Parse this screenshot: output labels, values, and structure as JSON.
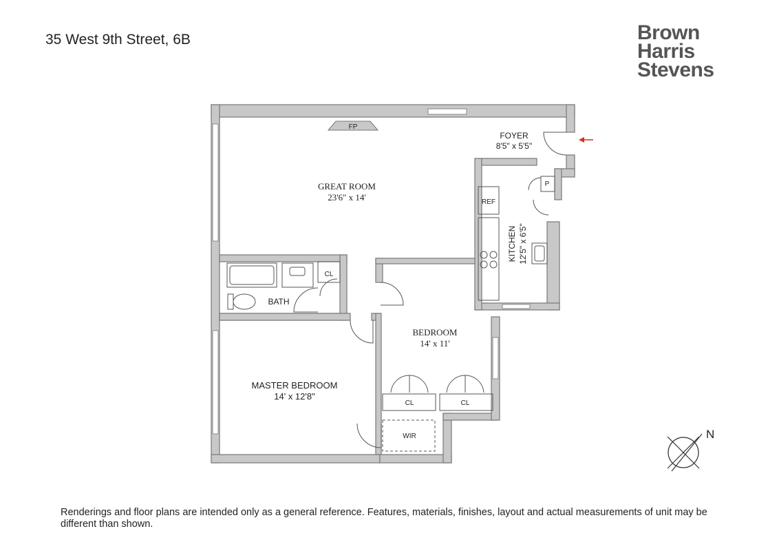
{
  "header": {
    "address": "35 West 9th Street, 6B"
  },
  "logo": {
    "line1": "Brown",
    "line2": "Harris",
    "line3": "Stevens"
  },
  "rooms": {
    "great_room": {
      "name": "GREAT ROOM",
      "dims": "23'6\" x 14'"
    },
    "foyer": {
      "name": "FOYER",
      "dims": "8'5\" x 5'5\""
    },
    "kitchen": {
      "name": "KITCHEN",
      "dims": "12'5\" x 6'5\""
    },
    "bath": {
      "name": "BATH"
    },
    "bedroom": {
      "name": "BEDROOM",
      "dims": "14' x 11'"
    },
    "master_bedroom": {
      "name": "MASTER BEDROOM",
      "dims": "14' x 12'8\""
    }
  },
  "fixtures": {
    "fireplace": "FP",
    "refrigerator": "REF",
    "pantry": "P",
    "bath_closet": "CL",
    "bedroom_closet_1": "CL",
    "bedroom_closet_2": "CL",
    "walk_in_closet": "WIR"
  },
  "compass": {
    "label": "N"
  },
  "colors": {
    "wall": "#888888",
    "wall_fill": "#c8c8c8",
    "entry_arrow": "#d0311e"
  },
  "disclaimer": "Renderings and floor plans are intended only as a general reference. Features, materials, finishes, layout and actual measurements of unit may be different than shown."
}
